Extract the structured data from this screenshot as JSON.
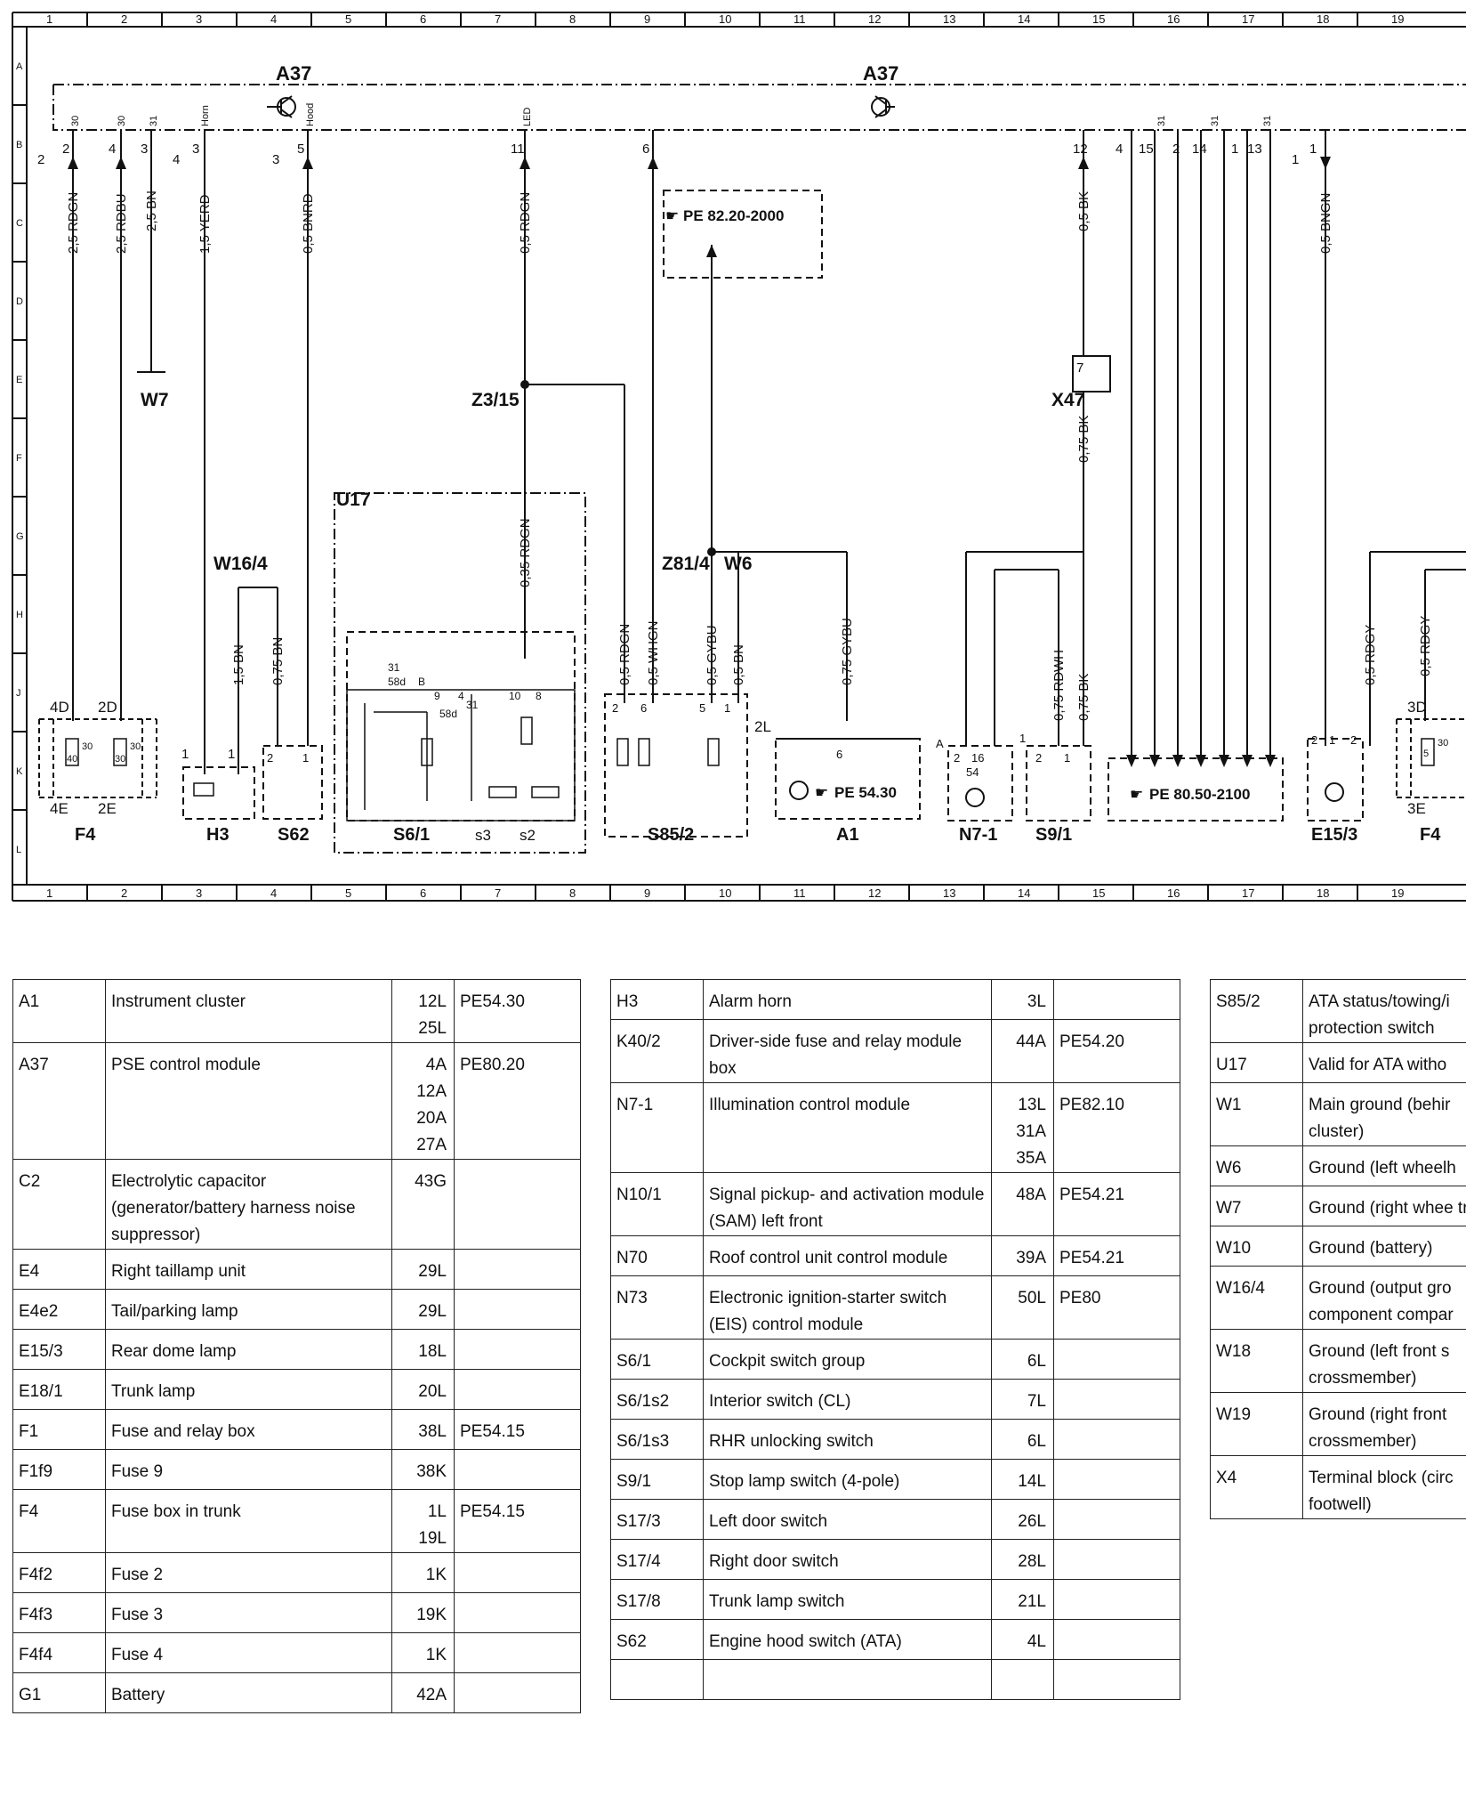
{
  "grid": {
    "columns": [
      "1",
      "2",
      "3",
      "4",
      "5",
      "6",
      "7",
      "8",
      "9",
      "10",
      "11",
      "12",
      "13",
      "14",
      "15",
      "16",
      "17",
      "18",
      "19"
    ],
    "rows": [
      "A",
      "B",
      "C",
      "D",
      "E",
      "F",
      "G",
      "H",
      "J",
      "K",
      "L"
    ]
  },
  "diagram": {
    "module_labels": [
      "A37",
      "A37"
    ],
    "ref_boxes": [
      "PE 82.20-2000",
      "PE 54.30",
      "PE 80.50-2100"
    ],
    "wires": [
      "2,5 RDGN",
      "2,5 RDBU",
      "2,5 BN",
      "1,5 YERD",
      "0,5 BNRD",
      "0,5 RDGN",
      "0,5 BK",
      "0,5 BNGN",
      "0,35 RDGN",
      "1,5 BN",
      "0,75 BN",
      "0,5 RDGN",
      "0,5 WHGN",
      "0,5 GYBU",
      "0,5 BN",
      "0,75 GYBU",
      "0,75 BK",
      "0,75 RDWH",
      "0,75 BK",
      "0,5 RDGY",
      "0,5 RDGY"
    ],
    "components": [
      "F4",
      "H3",
      "S62",
      "S6/1",
      "S85/2",
      "A1",
      "N7-1",
      "S9/1",
      "E15/3",
      "F4"
    ],
    "nodes": [
      "W7",
      "Z3/15",
      "X47",
      "W16/4",
      "Z81/4",
      "W6",
      "U17"
    ],
    "pin_labels": [
      "30",
      "30",
      "31",
      "Horn",
      "Hood",
      "LED",
      "31",
      "31",
      "31"
    ],
    "terminal_numbers": [
      "2",
      "4",
      "3",
      "2",
      "4",
      "3",
      "3",
      "5",
      "11",
      "6",
      "12",
      "4",
      "15",
      "2",
      "14",
      "1",
      "13",
      "1",
      "1",
      "7"
    ],
    "fuse_labels": [
      "4D",
      "2D",
      "4E",
      "2E",
      "40",
      "30",
      "30",
      "30",
      "3D",
      "3E",
      "5",
      "30"
    ],
    "misc_labels": [
      "2L",
      "A",
      "s3",
      "s2",
      "31",
      "58d",
      "B",
      "9",
      "4",
      "10",
      "8",
      "58d",
      "31",
      "2",
      "6",
      "5",
      "1",
      "6",
      "2",
      "16",
      "54",
      "2",
      "1",
      "1",
      "2",
      "1",
      "2",
      "1",
      "1",
      "2"
    ]
  },
  "table1": [
    {
      "code": "A1",
      "desc": "Instrument cluster",
      "loc": [
        "12L",
        "25L"
      ],
      "ref": "PE54.30"
    },
    {
      "code": "A37",
      "desc": "PSE control module",
      "loc": [
        "4A",
        "12A",
        "20A",
        "27A"
      ],
      "ref": "PE80.20"
    },
    {
      "code": "C2",
      "desc": "Electrolytic capacitor (generator/battery harness noise suppressor)",
      "loc": [
        "43G"
      ],
      "ref": ""
    },
    {
      "code": "E4",
      "desc": "Right taillamp unit",
      "loc": [
        "29L"
      ],
      "ref": ""
    },
    {
      "code": "E4e2",
      "desc": "Tail/parking lamp",
      "loc": [
        "29L"
      ],
      "ref": ""
    },
    {
      "code": "E15/3",
      "desc": "Rear dome lamp",
      "loc": [
        "18L"
      ],
      "ref": ""
    },
    {
      "code": "E18/1",
      "desc": "Trunk lamp",
      "loc": [
        "20L"
      ],
      "ref": ""
    },
    {
      "code": "F1",
      "desc": "Fuse and relay box",
      "loc": [
        "38L"
      ],
      "ref": "PE54.15"
    },
    {
      "code": "F1f9",
      "desc": "Fuse 9",
      "loc": [
        "38K"
      ],
      "ref": ""
    },
    {
      "code": "F4",
      "desc": "Fuse box in trunk",
      "loc": [
        "1L",
        "19L"
      ],
      "ref": "PE54.15"
    },
    {
      "code": "F4f2",
      "desc": "Fuse 2",
      "loc": [
        "1K"
      ],
      "ref": ""
    },
    {
      "code": "F4f3",
      "desc": "Fuse 3",
      "loc": [
        "19K"
      ],
      "ref": ""
    },
    {
      "code": "F4f4",
      "desc": "Fuse 4",
      "loc": [
        "1K"
      ],
      "ref": ""
    },
    {
      "code": "G1",
      "desc": "Battery",
      "loc": [
        "42A"
      ],
      "ref": ""
    }
  ],
  "table2": [
    {
      "code": "H3",
      "desc": "Alarm horn",
      "loc": [
        "3L"
      ],
      "ref": ""
    },
    {
      "code": "K40/2",
      "desc": "Driver-side fuse and relay module box",
      "loc": [
        "44A"
      ],
      "ref": "PE54.20"
    },
    {
      "code": "N7-1",
      "desc": "Illumination control module",
      "loc": [
        "13L",
        "31A",
        "35A"
      ],
      "ref": "PE82.10"
    },
    {
      "code": "N10/1",
      "desc": "Signal pickup- and activation module (SAM) left front",
      "loc": [
        "48A"
      ],
      "ref": "PE54.21"
    },
    {
      "code": "N70",
      "desc": "Roof control unit control module",
      "loc": [
        "39A"
      ],
      "ref": "PE54.21"
    },
    {
      "code": "N73",
      "desc": "Electronic ignition-starter switch (EIS) control module",
      "loc": [
        "50L"
      ],
      "ref": "PE80"
    },
    {
      "code": "S6/1",
      "desc": "Cockpit switch group",
      "loc": [
        "6L"
      ],
      "ref": ""
    },
    {
      "code": "S6/1s2",
      "desc": "Interior switch (CL)",
      "loc": [
        "7L"
      ],
      "ref": ""
    },
    {
      "code": "S6/1s3",
      "desc": "RHR unlocking switch",
      "loc": [
        "6L"
      ],
      "ref": ""
    },
    {
      "code": "S9/1",
      "desc": "Stop lamp switch (4-pole)",
      "loc": [
        "14L"
      ],
      "ref": ""
    },
    {
      "code": "S17/3",
      "desc": "Left door switch",
      "loc": [
        "26L"
      ],
      "ref": ""
    },
    {
      "code": "S17/4",
      "desc": "Right door switch",
      "loc": [
        "28L"
      ],
      "ref": ""
    },
    {
      "code": "S17/8",
      "desc": "Trunk lamp switch",
      "loc": [
        "21L"
      ],
      "ref": ""
    },
    {
      "code": "S62",
      "desc": "Engine hood switch (ATA)",
      "loc": [
        "4L"
      ],
      "ref": ""
    },
    {
      "code": "",
      "desc": "",
      "loc": [],
      "ref": ""
    }
  ],
  "table3": [
    {
      "code": "S85/2",
      "desc": "ATA status/towing/i protection switch"
    },
    {
      "code": "U17",
      "desc": "Valid for ATA witho"
    },
    {
      "code": "W1",
      "desc": "Main ground (behir cluster)"
    },
    {
      "code": "W6",
      "desc": "Ground (left wheelh"
    },
    {
      "code": "W7",
      "desc": "Ground (right whee trunk)"
    },
    {
      "code": "W10",
      "desc": "Ground (battery)"
    },
    {
      "code": "W16/4",
      "desc": "Ground (output gro component compar"
    },
    {
      "code": "W18",
      "desc": "Ground (left front s crossmember)"
    },
    {
      "code": "W19",
      "desc": "Ground (right front crossmember)"
    },
    {
      "code": "X4",
      "desc": "Terminal block (circ footwell)"
    }
  ]
}
